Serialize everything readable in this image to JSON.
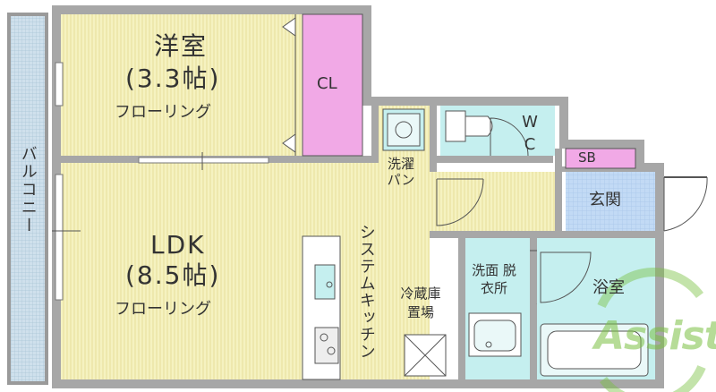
{
  "rooms": {
    "western_room": {
      "name": "洋室",
      "size": "(3.3帖)",
      "floor": "フローリング"
    },
    "closet": "CL",
    "toilet": "W C",
    "shoe_box": "SB",
    "entrance": "玄関",
    "laundry": "洗濯 パン",
    "balcony": "バルコニー",
    "ldk": {
      "name": "LDK",
      "size": "(8.5帖)",
      "floor": "フローリング"
    },
    "kitchen": "システムキッチン",
    "fridge": "冷蔵庫 置場",
    "washroom": "洗面 脱衣所",
    "bathroom": "浴室"
  },
  "logo": "Assist",
  "colors": {
    "wall": "#a7a7a7",
    "room_floor": "#f5f2c0",
    "closet": "#f1a9e6",
    "wet_area": "#c5efef",
    "entrance": "#c2daf5",
    "balcony": "#cfe0ec",
    "logo": "#7bc043"
  }
}
